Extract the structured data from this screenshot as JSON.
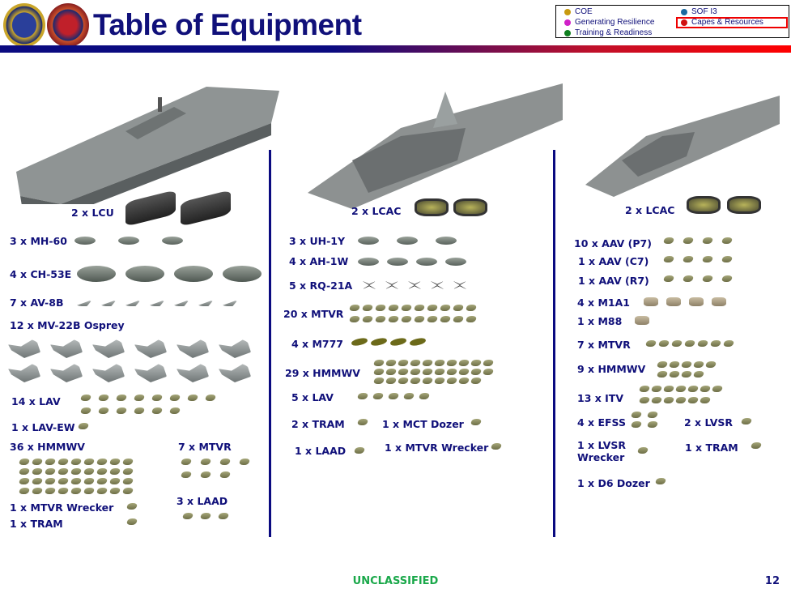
{
  "header": {
    "title": "Table of Equipment"
  },
  "legend": [
    {
      "label": "COE",
      "color": "#c89a10"
    },
    {
      "label": "SOF I3",
      "color": "#1a6aa0"
    },
    {
      "label": "Generating Resilience",
      "color": "#d020c8"
    },
    {
      "label": "Capes & Resources",
      "color": "#d01010"
    },
    {
      "label": "Training & Readiness",
      "color": "#108020"
    }
  ],
  "col1": [
    {
      "label": "2 x LCU",
      "icons": 2,
      "kind": "lcu"
    },
    {
      "label": "3 x MH-60",
      "icons": 3,
      "kind": "heli"
    },
    {
      "label": "4 x CH-53E",
      "icons": 4,
      "kind": "bigheli"
    },
    {
      "label": "7 x AV-8B",
      "icons": 7,
      "kind": "jet"
    },
    {
      "label": "12 x MV-22B Osprey",
      "icons": 12,
      "kind": "osp"
    },
    {
      "label": "14 x LAV",
      "icons": 14,
      "kind": "veh"
    },
    {
      "label": "1 x LAV-EW",
      "icons": 1,
      "kind": "veh"
    },
    {
      "label": "36 x HMMWV",
      "icons": 36,
      "kind": "veh"
    },
    {
      "label": "7 x MTVR",
      "icons": 7,
      "kind": "veh"
    },
    {
      "label": "1 x MTVR Wrecker",
      "icons": 1,
      "kind": "veh"
    },
    {
      "label": "1 x TRAM",
      "icons": 1,
      "kind": "veh"
    },
    {
      "label": "3 x LAAD",
      "icons": 3,
      "kind": "veh"
    }
  ],
  "col2": [
    {
      "label": "2 x LCAC",
      "icons": 2,
      "kind": "lcac"
    },
    {
      "label": "3 x UH-1Y",
      "icons": 3,
      "kind": "heli"
    },
    {
      "label": "4 x AH-1W",
      "icons": 4,
      "kind": "heli"
    },
    {
      "label": "5 x RQ-21A",
      "icons": 5,
      "kind": "uav"
    },
    {
      "label": "20 x MTVR",
      "icons": 20,
      "kind": "veh"
    },
    {
      "label": "4 x M777",
      "icons": 4,
      "kind": "gun"
    },
    {
      "label": "29 x HMMWV",
      "icons": 29,
      "kind": "veh"
    },
    {
      "label": "5 x LAV",
      "icons": 5,
      "kind": "veh"
    },
    {
      "label": "2 x TRAM",
      "icons": 1,
      "kind": "veh"
    },
    {
      "label": "1 x MCT Dozer",
      "icons": 1,
      "kind": "veh"
    },
    {
      "label": "1 x LAAD",
      "icons": 1,
      "kind": "veh"
    },
    {
      "label": "1 x MTVR Wrecker",
      "icons": 1,
      "kind": "veh"
    }
  ],
  "col3": [
    {
      "label": "2 x LCAC",
      "icons": 2,
      "kind": "lcac"
    },
    {
      "label": "10 x AAV (P7)",
      "icons": 4,
      "kind": "veh"
    },
    {
      "label": "1 x AAV (C7)",
      "icons": 4,
      "kind": "veh"
    },
    {
      "label": "1 x AAV (R7)",
      "icons": 4,
      "kind": "veh"
    },
    {
      "label": "4 x M1A1",
      "icons": 4,
      "kind": "tan"
    },
    {
      "label": "1 x M88",
      "icons": 1,
      "kind": "tan"
    },
    {
      "label": "7 x MTVR",
      "icons": 7,
      "kind": "veh"
    },
    {
      "label": "9 x HMMWV",
      "icons": 9,
      "kind": "veh"
    },
    {
      "label": "13 x ITV",
      "icons": 13,
      "kind": "veh"
    },
    {
      "label": "4 x EFSS",
      "icons": 4,
      "kind": "veh"
    },
    {
      "label": "2 x LVSR",
      "icons": 1,
      "kind": "veh"
    },
    {
      "label": "1 x LVSR",
      "label2": "Wrecker",
      "icons": 1,
      "kind": "veh"
    },
    {
      "label": "1 x TRAM",
      "icons": 1,
      "kind": "veh"
    },
    {
      "label": "1 x D6 Dozer",
      "icons": 1,
      "kind": "veh"
    }
  ],
  "footer": {
    "classification": "UNCLASSIFIED",
    "page": "12"
  }
}
